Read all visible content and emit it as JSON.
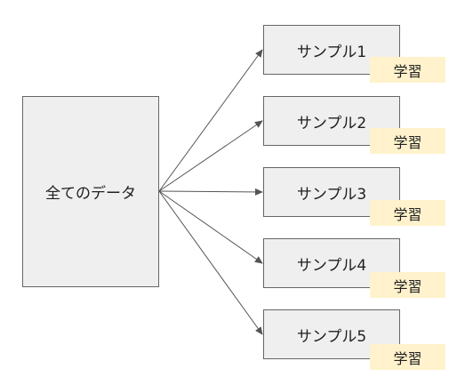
{
  "colors": {
    "box_fill": "#efefef",
    "box_border": "#666666",
    "tag_fill": "#fff2cc",
    "arrow": "#555555",
    "text": "#202020"
  },
  "source": {
    "label": "全てのデータ"
  },
  "samples": [
    {
      "label": "サンプル1",
      "tag": "学習"
    },
    {
      "label": "サンプル2",
      "tag": "学習"
    },
    {
      "label": "サンプル3",
      "tag": "学習"
    },
    {
      "label": "サンプル4",
      "tag": "学習"
    },
    {
      "label": "サンプル5",
      "tag": "学習"
    }
  ]
}
